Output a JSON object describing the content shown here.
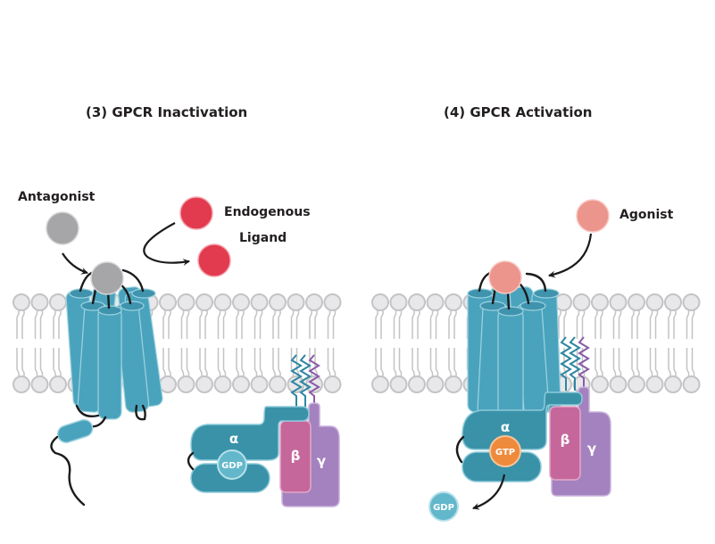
{
  "panels": [
    {
      "title": "(3) GPCR Inactivation",
      "labels": {
        "antagonist": "Antagonist",
        "endogenous_ligand_line1": "Endogenous",
        "endogenous_ligand_line2": "Ligand"
      },
      "g_protein": {
        "alpha": "α",
        "beta": "β",
        "gamma": "γ",
        "nucleotide": "GDP"
      }
    },
    {
      "title": "(4) GPCR Activation",
      "labels": {
        "agonist": "Agonist"
      },
      "g_protein": {
        "alpha": "α",
        "beta": "β",
        "gamma": "γ",
        "nucleotide": "GTP",
        "released": "GDP"
      }
    }
  ],
  "colors": {
    "antagonist": "#a6a6a8",
    "endogenous_ligand": "#e23a4e",
    "agonist": "#ec958c",
    "receptor": "#4aa3bd",
    "alpha_subunit": "#3a92a8",
    "beta_subunit": "#c6679c",
    "gamma_subunit": "#a482bf",
    "gtp": "#ee8a3c",
    "gdp": "#63b7cb",
    "membrane": "#e8e8ea"
  }
}
